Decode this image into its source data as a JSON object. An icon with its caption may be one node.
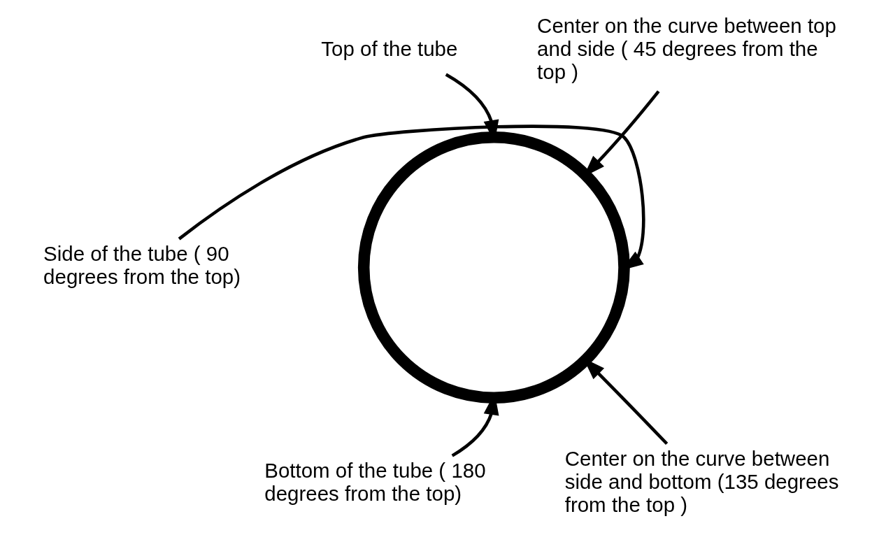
{
  "diagram": {
    "nodes": [
      {
        "text": [
          "Top of the tube"
        ]
      },
      {
        "text": [
          "Center on the curve between top and side ( 45 degrees from the top )"
        ]
      },
      {
        "text": [],
        "shape": "circle"
      },
      {
        "text": [
          "Side of the tube ( 90 degrees from the top)"
        ]
      },
      {
        "text": [
          "Center on the curve between side and bottom (135 degrees from the top )"
        ]
      },
      {
        "text": [
          "Bottom of the tube ( 180 degrees from the top)"
        ]
      }
    ],
    "edges": [
      {
        "from": 0,
        "to": 2,
        "arrow": "to"
      },
      {
        "from": 1,
        "to": 2,
        "arrow": "to"
      },
      {
        "from": 3,
        "to": 2,
        "arrow": "to"
      },
      {
        "from": 4,
        "to": 2,
        "arrow": "to"
      },
      {
        "from": 5,
        "to": 2,
        "arrow": "to"
      }
    ]
  }
}
